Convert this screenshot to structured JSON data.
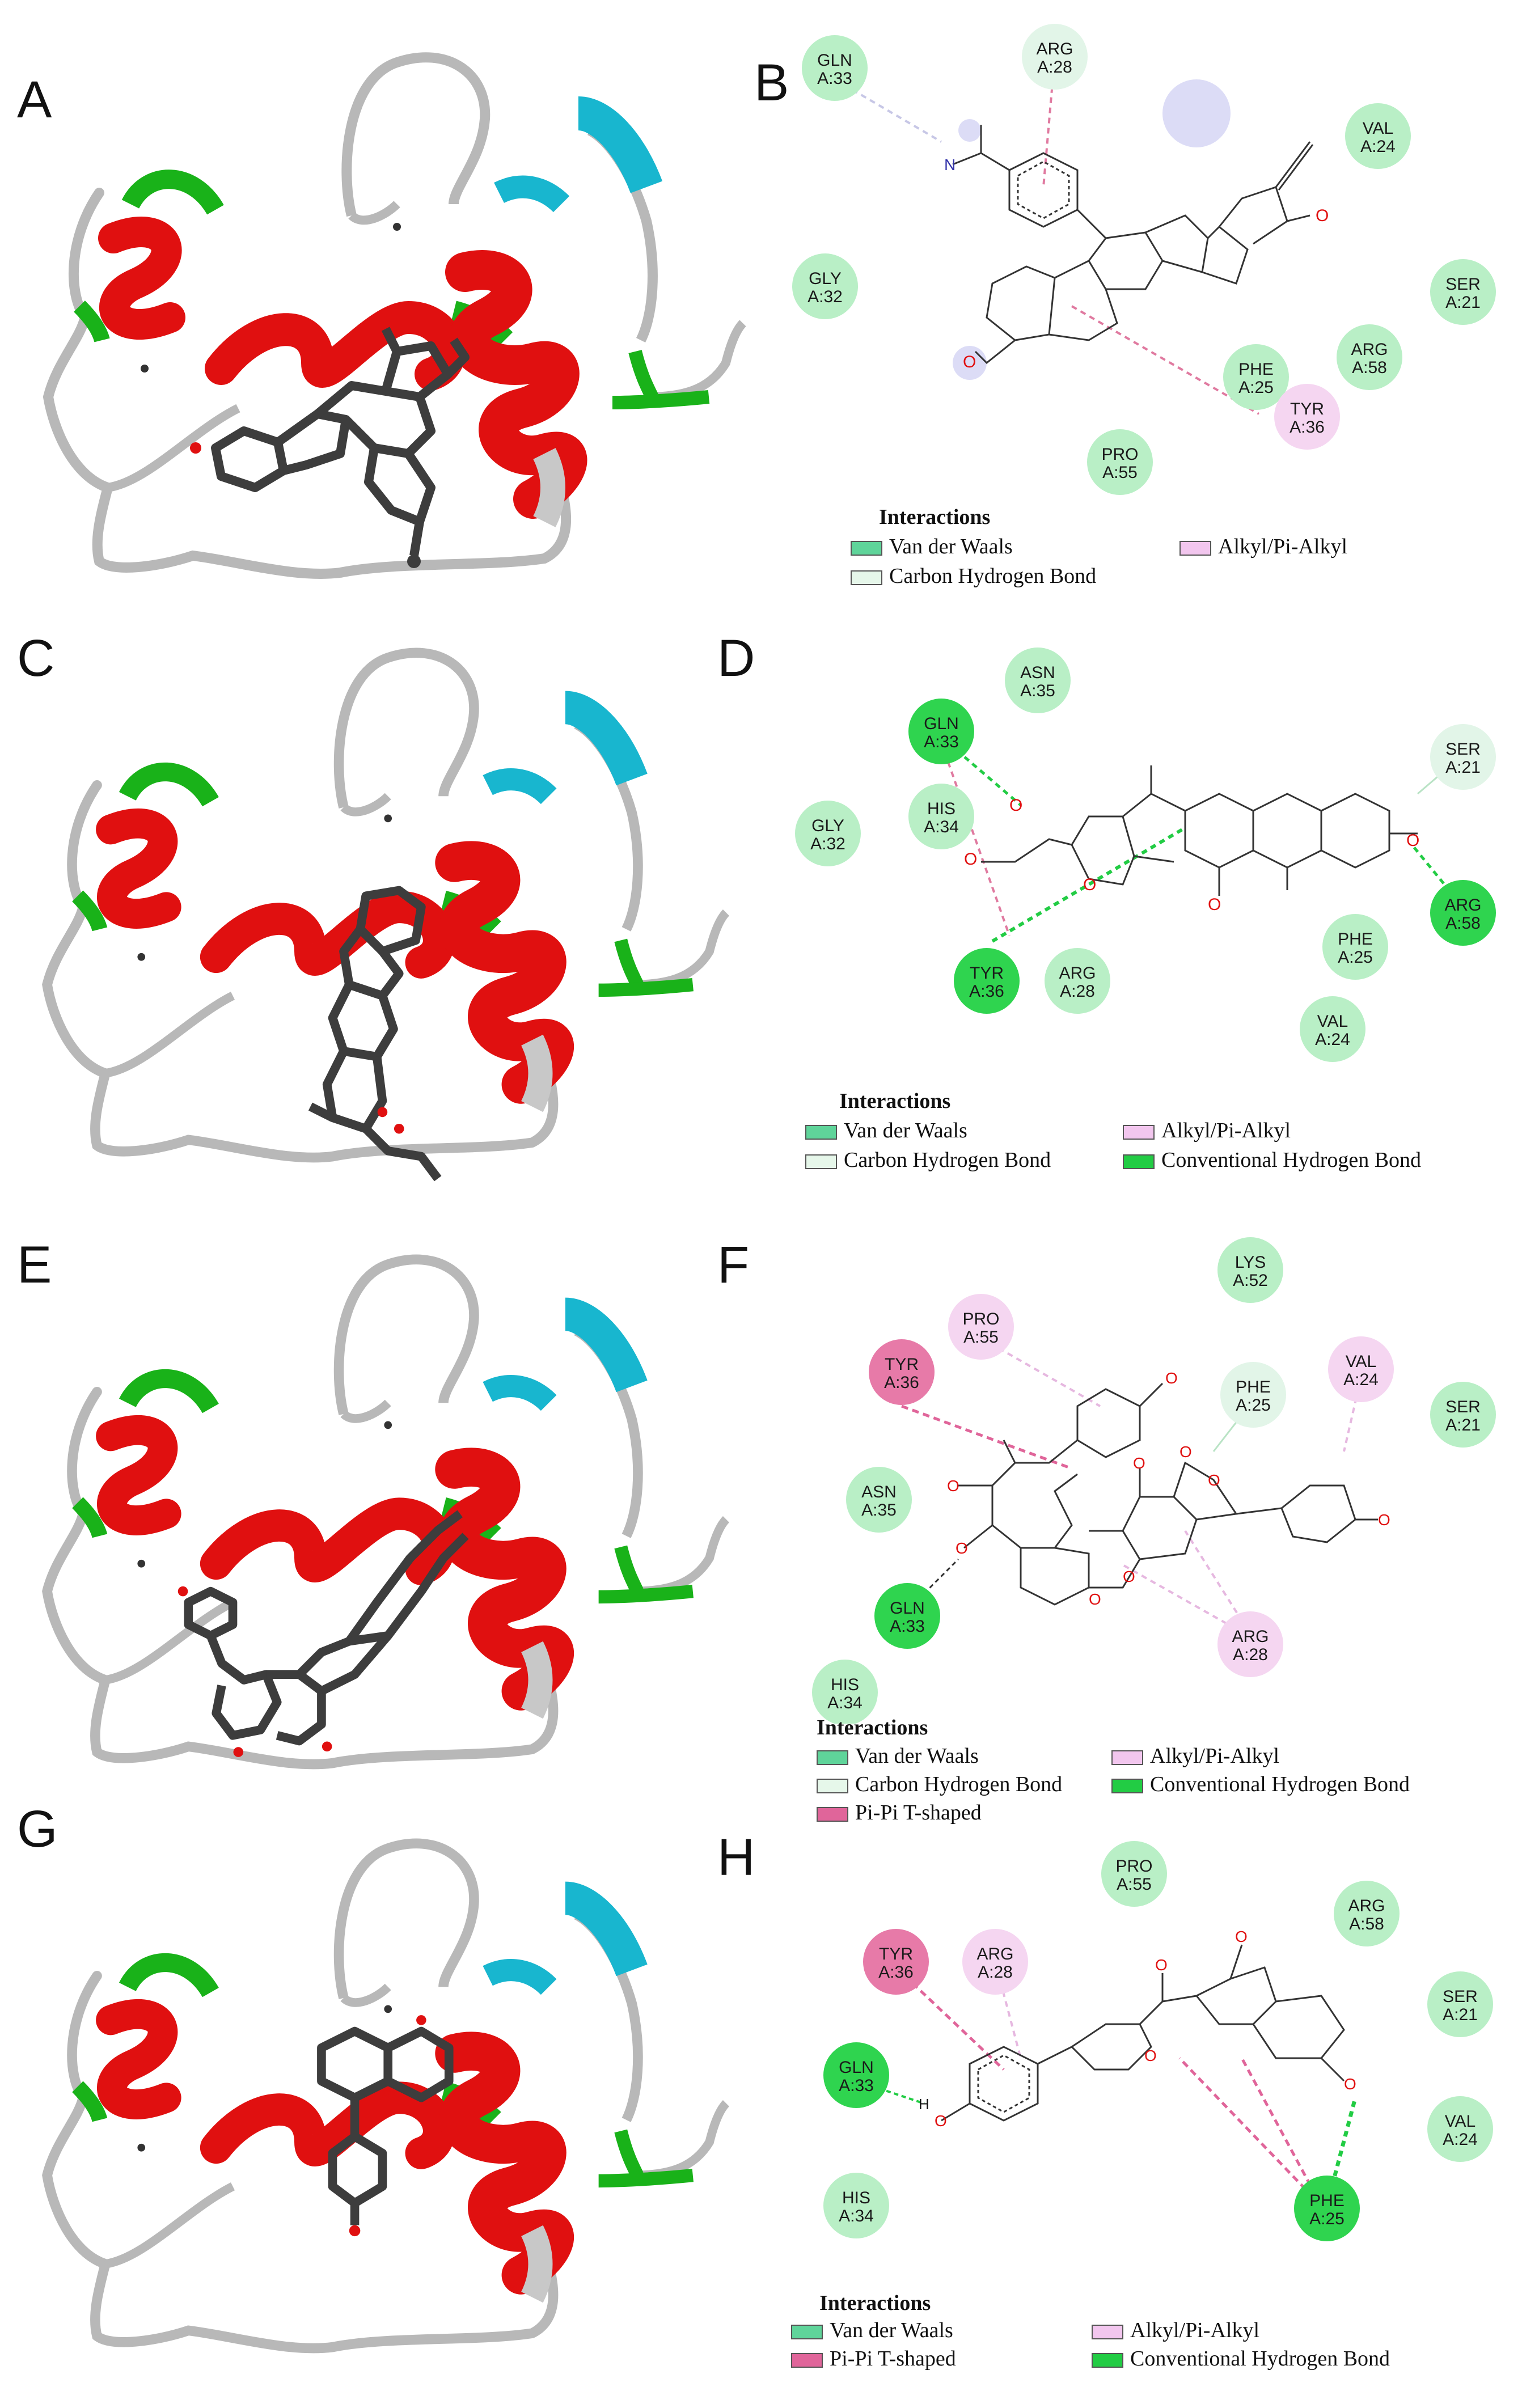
{
  "colors": {
    "helix": "#e01010",
    "coil": "#b8b8b8",
    "turn_green": "#19b219",
    "strand_cyan": "#18b6cf",
    "ligand": "#3d3d3d",
    "vdw": "#9ee6b0",
    "conventional_hb": "#22cc44",
    "carbon_hb": "#e6f7ea",
    "alkyl": "#f2c6ee",
    "pipi": "#e0659a"
  },
  "panels": {
    "A": {
      "letter": "A"
    },
    "B": {
      "letter": "B",
      "residues": [
        {
          "id": "gln33",
          "line1": "GLN",
          "line2": "A:33",
          "type": "vdw"
        },
        {
          "id": "arg28",
          "line1": "ARG",
          "line2": "A:28",
          "type": "carbon"
        },
        {
          "id": "val24",
          "line1": "VAL",
          "line2": "A:24",
          "type": "vdw"
        },
        {
          "id": "gly32",
          "line1": "GLY",
          "line2": "A:32",
          "type": "vdw"
        },
        {
          "id": "ser21",
          "line1": "SER",
          "line2": "A:21",
          "type": "vdw"
        },
        {
          "id": "arg58",
          "line1": "ARG",
          "line2": "A:58",
          "type": "vdw"
        },
        {
          "id": "phe25",
          "line1": "PHE",
          "line2": "A:25",
          "type": "vdw"
        },
        {
          "id": "tyr36",
          "line1": "TYR",
          "line2": "A:36",
          "type": "alkyl"
        },
        {
          "id": "pro55",
          "line1": "PRO",
          "line2": "A:55",
          "type": "vdw"
        }
      ],
      "legend": {
        "title": "Interactions",
        "items": [
          "Van der Waals",
          "Alkyl/Pi-Alkyl",
          "Carbon Hydrogen Bond"
        ]
      }
    },
    "C": {
      "letter": "C"
    },
    "D": {
      "letter": "D",
      "residues": [
        {
          "id": "asn35",
          "line1": "ASN",
          "line2": "A:35",
          "type": "vdw"
        },
        {
          "id": "gln33",
          "line1": "GLN",
          "line2": "A:33",
          "type": "conv"
        },
        {
          "id": "ser21",
          "line1": "SER",
          "line2": "A:21",
          "type": "carbon"
        },
        {
          "id": "his34",
          "line1": "HIS",
          "line2": "A:34",
          "type": "vdw"
        },
        {
          "id": "gly32",
          "line1": "GLY",
          "line2": "A:32",
          "type": "vdw"
        },
        {
          "id": "arg58",
          "line1": "ARG",
          "line2": "A:58",
          "type": "conv"
        },
        {
          "id": "tyr36",
          "line1": "TYR",
          "line2": "A:36",
          "type": "conv"
        },
        {
          "id": "arg28",
          "line1": "ARG",
          "line2": "A:28",
          "type": "vdw"
        },
        {
          "id": "phe25",
          "line1": "PHE",
          "line2": "A:25",
          "type": "vdw"
        },
        {
          "id": "val24",
          "line1": "VAL",
          "line2": "A:24",
          "type": "vdw"
        }
      ],
      "legend": {
        "title": "Interactions",
        "items": [
          "Van der Waals",
          "Alkyl/Pi-Alkyl",
          "Carbon Hydrogen Bond",
          "Conventional Hydrogen Bond"
        ]
      }
    },
    "E": {
      "letter": "E"
    },
    "F": {
      "letter": "F",
      "residues": [
        {
          "id": "lys52",
          "line1": "LYS",
          "line2": "A:52",
          "type": "vdw"
        },
        {
          "id": "pro55",
          "line1": "PRO",
          "line2": "A:55",
          "type": "alkyl"
        },
        {
          "id": "tyr36",
          "line1": "TYR",
          "line2": "A:36",
          "type": "pipi"
        },
        {
          "id": "phe25",
          "line1": "PHE",
          "line2": "A:25",
          "type": "carbon"
        },
        {
          "id": "val24",
          "line1": "VAL",
          "line2": "A:24",
          "type": "alkyl"
        },
        {
          "id": "ser21",
          "line1": "SER",
          "line2": "A:21",
          "type": "vdw"
        },
        {
          "id": "asn35",
          "line1": "ASN",
          "line2": "A:35",
          "type": "vdw"
        },
        {
          "id": "gln33",
          "line1": "GLN",
          "line2": "A:33",
          "type": "conv"
        },
        {
          "id": "arg28",
          "line1": "ARG",
          "line2": "A:28",
          "type": "alkyl"
        },
        {
          "id": "his34",
          "line1": "HIS",
          "line2": "A:34",
          "type": "vdw"
        }
      ],
      "legend": {
        "title": "Interactions",
        "items": [
          "Van der Waals",
          "Alkyl/Pi-Alkyl",
          "Carbon Hydrogen Bond",
          "Conventional Hydrogen Bond",
          "Pi-Pi T-shaped"
        ]
      }
    },
    "G": {
      "letter": "G"
    },
    "H": {
      "letter": "H",
      "residues": [
        {
          "id": "pro55",
          "line1": "PRO",
          "line2": "A:55",
          "type": "vdw"
        },
        {
          "id": "arg58",
          "line1": "ARG",
          "line2": "A:58",
          "type": "vdw"
        },
        {
          "id": "tyr36",
          "line1": "TYR",
          "line2": "A:36",
          "type": "pipi"
        },
        {
          "id": "arg28",
          "line1": "ARG",
          "line2": "A:28",
          "type": "alkyl"
        },
        {
          "id": "ser21",
          "line1": "SER",
          "line2": "A:21",
          "type": "vdw"
        },
        {
          "id": "gln33",
          "line1": "GLN",
          "line2": "A:33",
          "type": "conv"
        },
        {
          "id": "val24",
          "line1": "VAL",
          "line2": "A:24",
          "type": "vdw"
        },
        {
          "id": "his34",
          "line1": "HIS",
          "line2": "A:34",
          "type": "vdw"
        },
        {
          "id": "phe25",
          "line1": "PHE",
          "line2": "A:25",
          "type": "conv"
        }
      ],
      "atom_labels": {
        "h": "H"
      },
      "legend": {
        "title": "Interactions",
        "items": [
          "Van der Waals",
          "Alkyl/Pi-Alkyl",
          "Pi-Pi T-shaped",
          "Conventional Hydrogen Bond"
        ]
      }
    }
  }
}
